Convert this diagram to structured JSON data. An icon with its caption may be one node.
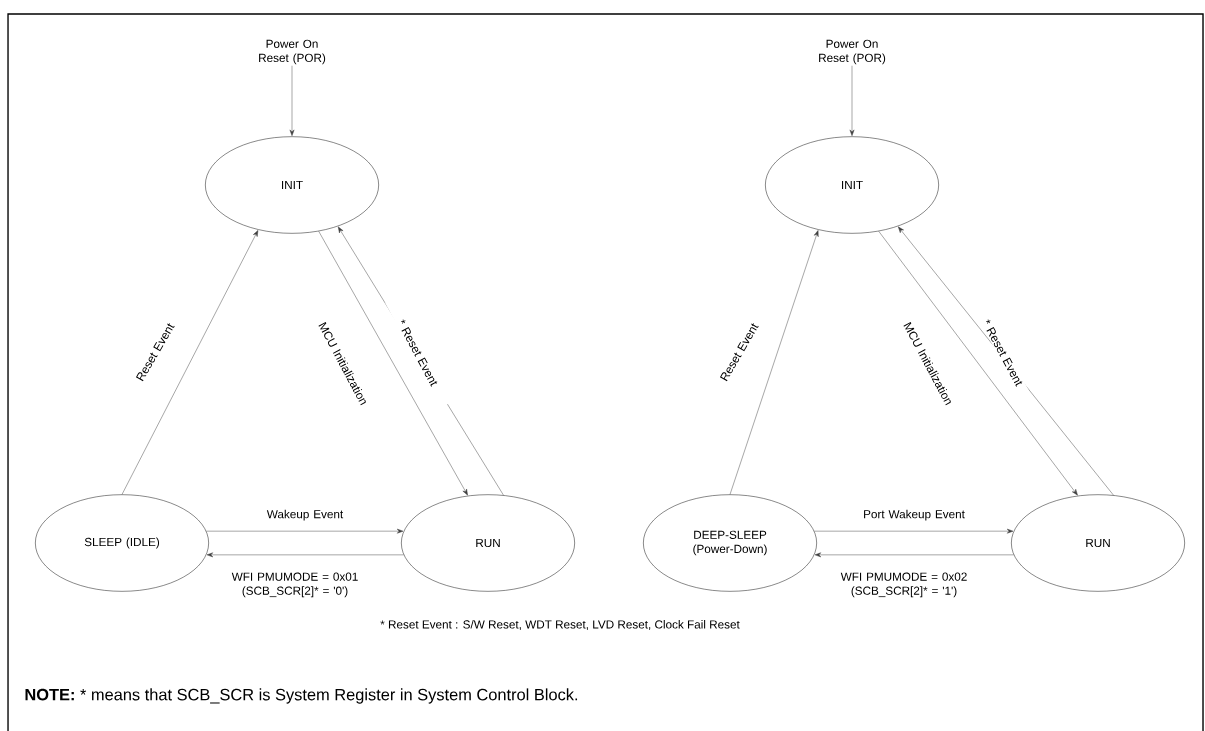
{
  "diagram": {
    "nodes": [
      {
        "text": [
          "Power On Reset (POR)"
        ]
      },
      {
        "text": [
          "INIT"
        ]
      },
      {
        "text": [
          "SLEEP (IDLE)"
        ]
      },
      {
        "text": [
          "RUN"
        ]
      },
      {
        "text": [
          "Power On Reset (POR)"
        ]
      },
      {
        "text": [
          "INIT"
        ]
      },
      {
        "text": [
          "DEEP-SLEEP (Power-Down)"
        ]
      },
      {
        "text": [
          "RUN"
        ]
      }
    ],
    "edges": [
      {
        "from": 0,
        "to": 1,
        "arrow": "to"
      },
      {
        "from": 2,
        "to": 1,
        "arrow": "to",
        "label": "Reset Event"
      },
      {
        "from": 1,
        "to": 3,
        "arrow": "to",
        "label": "MCU Initialization"
      },
      {
        "from": 3,
        "to": 1,
        "arrow": "to",
        "label": "* Reset Event"
      },
      {
        "from": 2,
        "to": 3,
        "arrow": "to",
        "label": "Wakeup Event"
      },
      {
        "from": 3,
        "to": 2,
        "arrow": "to",
        "label": "WFI PMUMODE = 0x01 (SCB_SCR[2]* = '0')"
      },
      {
        "from": 4,
        "to": 5,
        "arrow": "to"
      },
      {
        "from": 6,
        "to": 5,
        "arrow": "to",
        "label": "Reset Event"
      },
      {
        "from": 5,
        "to": 7,
        "arrow": "to",
        "label": "MCU Initialization"
      },
      {
        "from": 7,
        "to": 5,
        "arrow": "to",
        "label": "* Reset Event"
      },
      {
        "from": 6,
        "to": 7,
        "arrow": "to",
        "label": "Port Wakeup Event"
      },
      {
        "from": 7,
        "to": 6,
        "arrow": "to",
        "label": "WFI PMUMODE = 0x02 (SCB_SCR[2]* = '1')"
      }
    ],
    "labels": [
      "* Reset Event : S/W Reset, WDT Reset, LVD Reset, Clock Fail Reset",
      "**NOTE:** * means that SCB_SCR is System Register in System Control Block."
    ]
  }
}
